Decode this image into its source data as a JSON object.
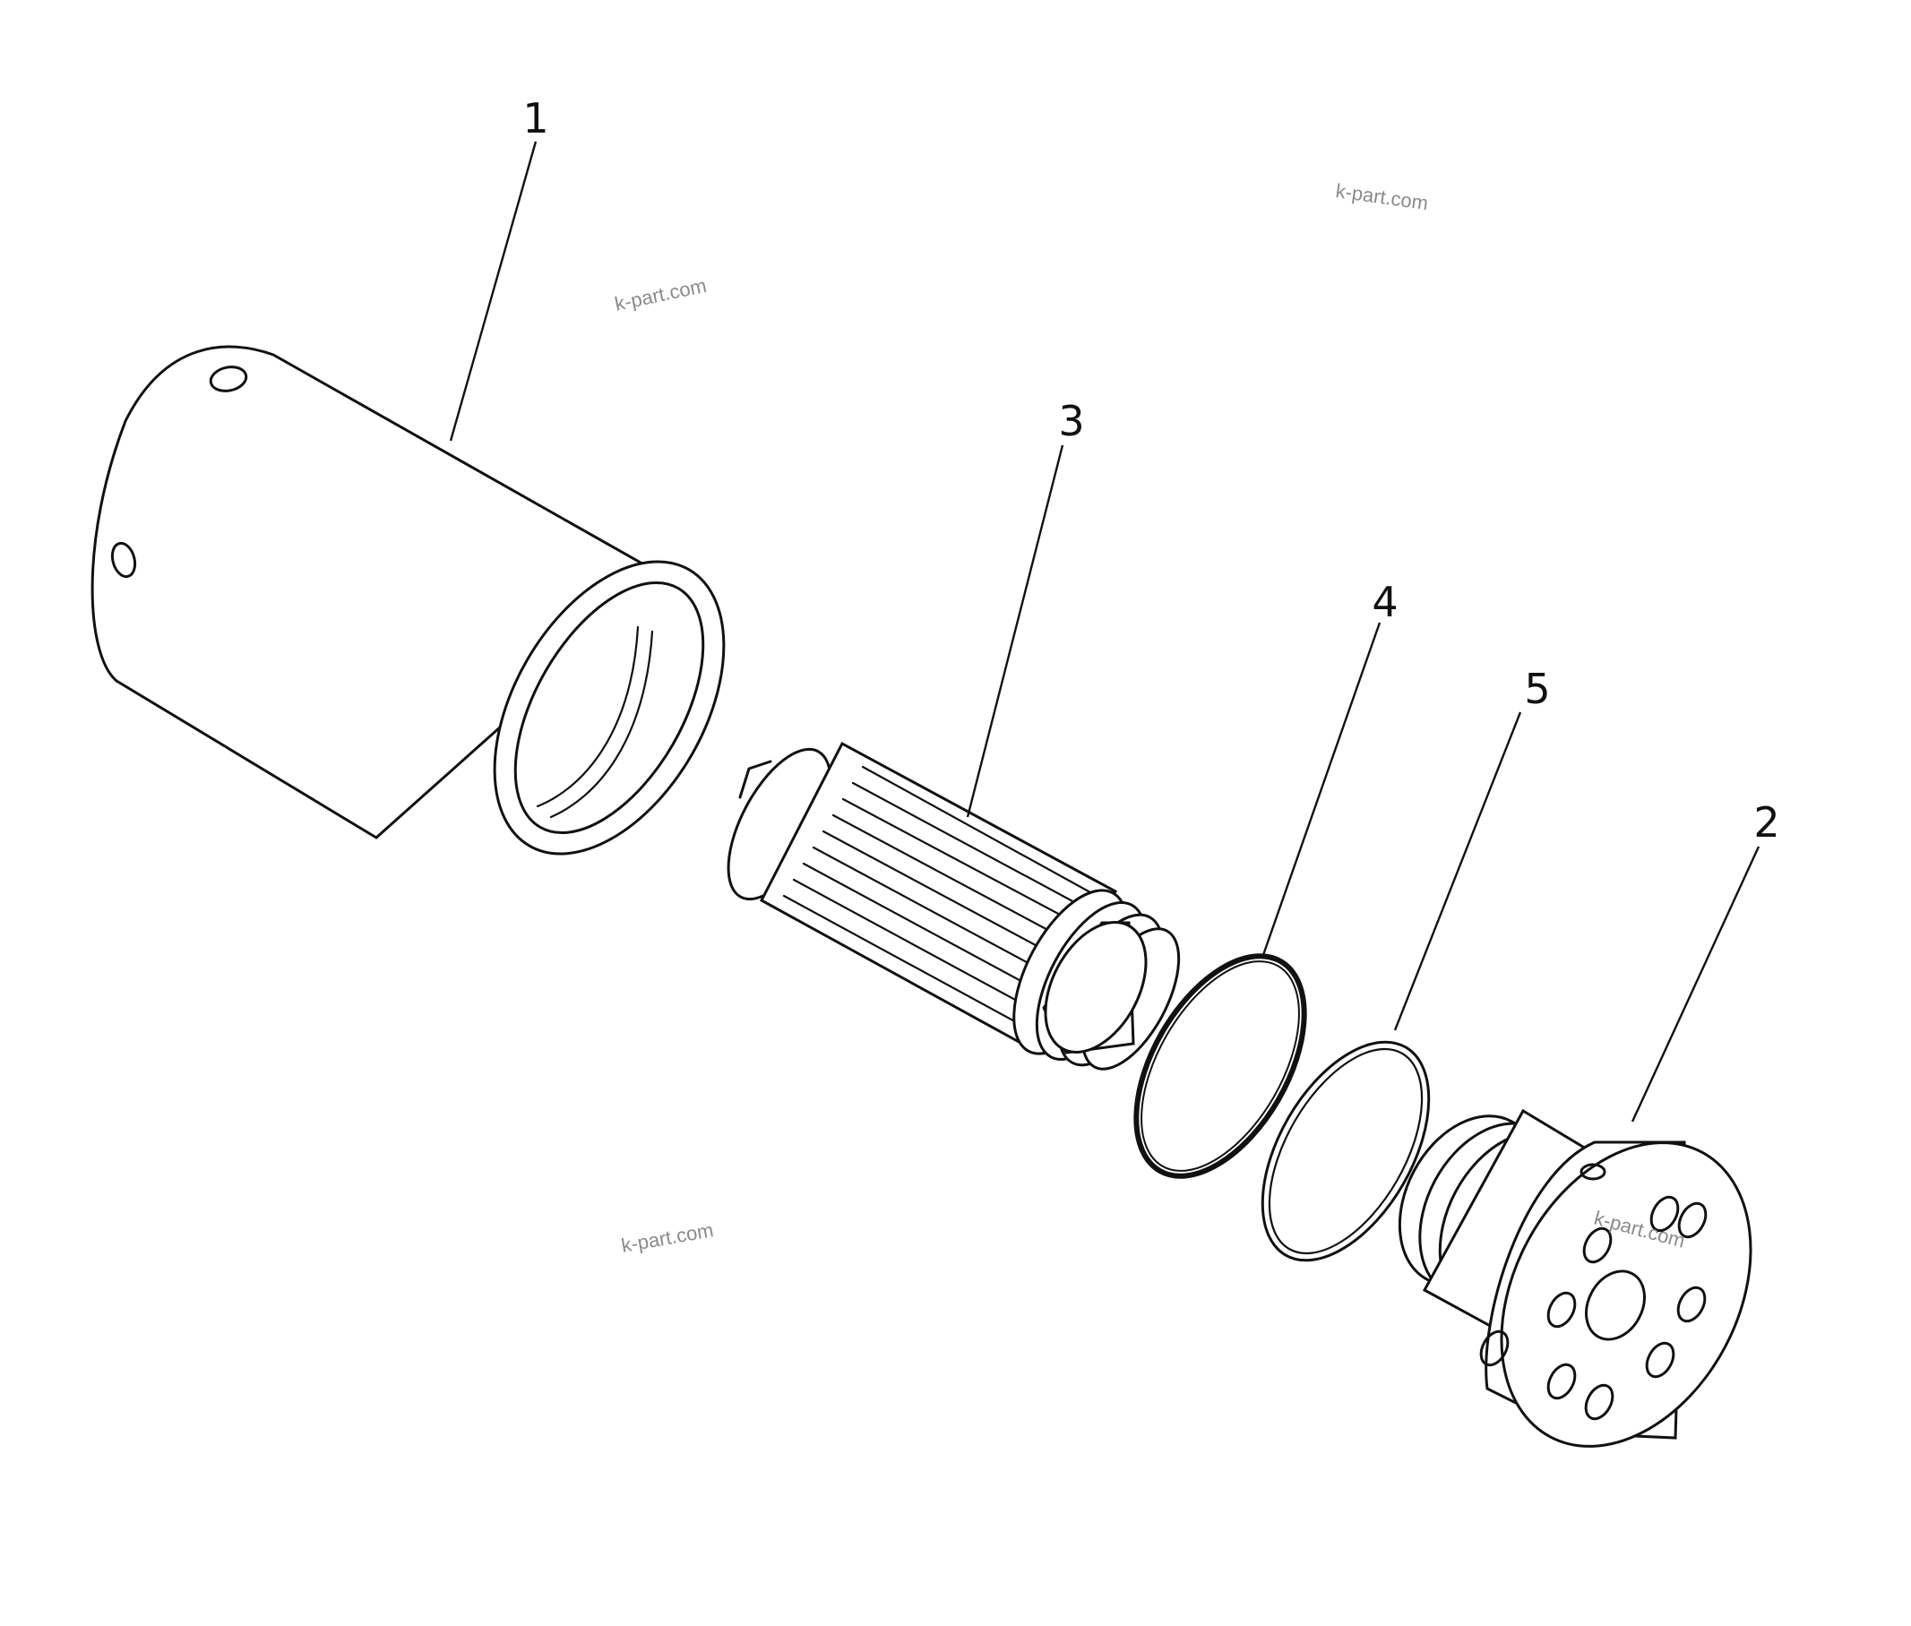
{
  "callouts": {
    "housing": "1",
    "head": "2",
    "filter_element": "3",
    "oring": "4",
    "backup_ring": "5"
  },
  "watermark": "k-part.com"
}
